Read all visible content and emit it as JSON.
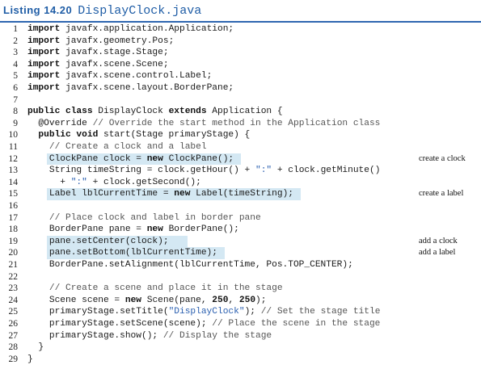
{
  "listing": {
    "label": "Listing 14.20",
    "filename": "DisplayClock.java"
  },
  "lines": [
    {
      "n": "1",
      "parts": [
        [
          "kw",
          "import"
        ],
        [
          "t",
          " javafx.application.Application;"
        ]
      ]
    },
    {
      "n": "2",
      "parts": [
        [
          "kw",
          "import"
        ],
        [
          "t",
          " javafx.geometry.Pos;"
        ]
      ]
    },
    {
      "n": "3",
      "parts": [
        [
          "kw",
          "import"
        ],
        [
          "t",
          " javafx.stage.Stage;"
        ]
      ]
    },
    {
      "n": "4",
      "parts": [
        [
          "kw",
          "import"
        ],
        [
          "t",
          " javafx.scene.Scene;"
        ]
      ]
    },
    {
      "n": "5",
      "parts": [
        [
          "kw",
          "import"
        ],
        [
          "t",
          " javafx.scene.control.Label;"
        ]
      ]
    },
    {
      "n": "6",
      "parts": [
        [
          "kw",
          "import"
        ],
        [
          "t",
          " javafx.scene.layout.BorderPane;"
        ]
      ]
    },
    {
      "n": "7",
      "parts": []
    },
    {
      "n": "8",
      "parts": [
        [
          "kw",
          "public class"
        ],
        [
          "t",
          " DisplayClock "
        ],
        [
          "kw",
          "extends"
        ],
        [
          "t",
          " Application {"
        ]
      ]
    },
    {
      "n": "9",
      "parts": [
        [
          "t",
          "  @Override "
        ],
        [
          "cm",
          "// Override the start method in the Application class"
        ]
      ]
    },
    {
      "n": "10",
      "parts": [
        [
          "kw",
          "  public void"
        ],
        [
          "t",
          " start(Stage primaryStage) {"
        ]
      ]
    },
    {
      "n": "11",
      "parts": [
        [
          "cm",
          "    // Create a clock and a label"
        ]
      ]
    },
    {
      "n": "12",
      "parts": [
        [
          "t",
          "    ClockPane clock = "
        ],
        [
          "kw",
          "new"
        ],
        [
          "t",
          " ClockPane();"
        ]
      ],
      "hl": true,
      "annotation": "create a clock"
    },
    {
      "n": "13",
      "parts": [
        [
          "t",
          "    String timeString = clock.getHour() + "
        ],
        [
          "str",
          "\":\""
        ],
        [
          "t",
          " + clock.getMinute()"
        ]
      ]
    },
    {
      "n": "14",
      "parts": [
        [
          "t",
          "      + "
        ],
        [
          "str",
          "\":\""
        ],
        [
          "t",
          " + clock.getSecond();"
        ]
      ]
    },
    {
      "n": "15",
      "parts": [
        [
          "t",
          "    Label lblCurrentTime = "
        ],
        [
          "kw",
          "new"
        ],
        [
          "t",
          " Label(timeString);"
        ]
      ],
      "hl": true,
      "annotation": "create a label"
    },
    {
      "n": "16",
      "parts": []
    },
    {
      "n": "17",
      "parts": [
        [
          "cm",
          "    // Place clock and label in border pane"
        ]
      ]
    },
    {
      "n": "18",
      "parts": [
        [
          "t",
          "    BorderPane pane = "
        ],
        [
          "kw",
          "new"
        ],
        [
          "t",
          " BorderPane();"
        ]
      ]
    },
    {
      "n": "19",
      "parts": [
        [
          "t",
          "    pane.setCenter(clock);"
        ]
      ],
      "hl": true,
      "annotation": "add a clock"
    },
    {
      "n": "20",
      "parts": [
        [
          "t",
          "    pane.setBottom(lblCurrentTime);"
        ]
      ],
      "hl": true,
      "annotation": "add a label"
    },
    {
      "n": "21",
      "parts": [
        [
          "t",
          "    BorderPane.setAlignment(lblCurrentTime, Pos.TOP_CENTER);"
        ]
      ]
    },
    {
      "n": "22",
      "parts": []
    },
    {
      "n": "23",
      "parts": [
        [
          "cm",
          "    // Create a scene and place it in the stage"
        ]
      ]
    },
    {
      "n": "24",
      "parts": [
        [
          "t",
          "    Scene scene = "
        ],
        [
          "kw",
          "new"
        ],
        [
          "t",
          " Scene(pane, "
        ],
        [
          "num",
          "250"
        ],
        [
          "t",
          ", "
        ],
        [
          "num",
          "250"
        ],
        [
          "t",
          ");"
        ]
      ]
    },
    {
      "n": "25",
      "parts": [
        [
          "t",
          "    primaryStage.setTitle("
        ],
        [
          "str",
          "\"DisplayClock\""
        ],
        [
          "t",
          "); "
        ],
        [
          "cm",
          "// Set the stage title"
        ]
      ]
    },
    {
      "n": "26",
      "parts": [
        [
          "t",
          "    primaryStage.setScene(scene); "
        ],
        [
          "cm",
          "// Place the scene in the stage"
        ]
      ]
    },
    {
      "n": "27",
      "parts": [
        [
          "t",
          "    primaryStage.show(); "
        ],
        [
          "cm",
          "// Display the stage"
        ]
      ]
    },
    {
      "n": "28",
      "parts": [
        [
          "t",
          "  }"
        ]
      ]
    },
    {
      "n": "29",
      "parts": [
        [
          "t",
          "}"
        ]
      ]
    }
  ]
}
